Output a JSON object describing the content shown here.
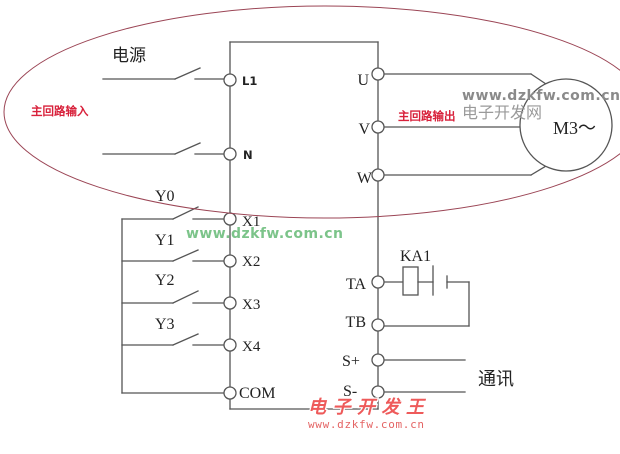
{
  "diagram": {
    "power_source_label": "电源",
    "main_circuit_input_label": "主回路输入",
    "main_circuit_output_label": "主回路输出",
    "communication_label": "通讯",
    "power_terminals": [
      "L1",
      "N"
    ],
    "input_terminals": [
      "X1",
      "X2",
      "X3",
      "X4",
      "COM"
    ],
    "switch_labels": [
      "Y0",
      "Y1",
      "Y2",
      "Y3"
    ],
    "output_terminals": [
      "U",
      "V",
      "W"
    ],
    "motor_label": "M3～",
    "relay_label": "KA1",
    "relay_terminals": [
      "TA",
      "TB"
    ],
    "comm_terminals": [
      "S+",
      "S-"
    ]
  },
  "watermarks": {
    "gray_url": "www.dzkfw.com.cn",
    "gray_site_name": "电子开发网",
    "green_url": "www.dzkfw.com.cn",
    "red_site_name": "电子开发王",
    "red_url": "www.dzkfw.com.cn"
  },
  "colors": {
    "wire": "#555555",
    "boundary_ellipse": "#9b4555",
    "annotation_red": "#d8213b",
    "watermark_green": "#7cc48a",
    "watermark_gray": "#8a8a8a",
    "watermark_red": "#ee5a5a"
  }
}
